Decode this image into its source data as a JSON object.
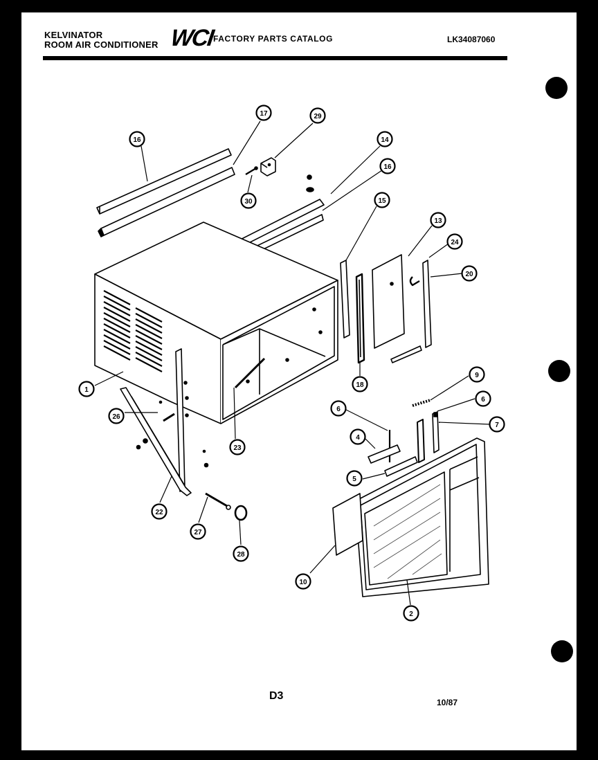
{
  "header": {
    "brand_line1": "KELVINATOR",
    "brand_line2": "ROOM AIR CONDITIONER",
    "logo": "WCI",
    "catalog_title": "FACTORY PARTS CATALOG",
    "model_code": "LK34087060"
  },
  "footer": {
    "page_id": "D3",
    "date": "10/87"
  },
  "callouts": [
    {
      "id": "c16a",
      "label": "16"
    },
    {
      "id": "c17",
      "label": "17"
    },
    {
      "id": "c29",
      "label": "29"
    },
    {
      "id": "c30",
      "label": "30"
    },
    {
      "id": "c14",
      "label": "14"
    },
    {
      "id": "c16b",
      "label": "16"
    },
    {
      "id": "c15",
      "label": "15"
    },
    {
      "id": "c13",
      "label": "13"
    },
    {
      "id": "c24",
      "label": "24"
    },
    {
      "id": "c20",
      "label": "20"
    },
    {
      "id": "c18",
      "label": "18"
    },
    {
      "id": "c1",
      "label": "1"
    },
    {
      "id": "c26",
      "label": "26"
    },
    {
      "id": "c23",
      "label": "23"
    },
    {
      "id": "c9",
      "label": "9"
    },
    {
      "id": "c6a",
      "label": "6"
    },
    {
      "id": "c6b",
      "label": "6"
    },
    {
      "id": "c7",
      "label": "7"
    },
    {
      "id": "c4",
      "label": "4"
    },
    {
      "id": "c5",
      "label": "5"
    },
    {
      "id": "c22",
      "label": "22"
    },
    {
      "id": "c27",
      "label": "27"
    },
    {
      "id": "c28",
      "label": "28"
    },
    {
      "id": "c10",
      "label": "10"
    },
    {
      "id": "c2",
      "label": "2"
    }
  ]
}
